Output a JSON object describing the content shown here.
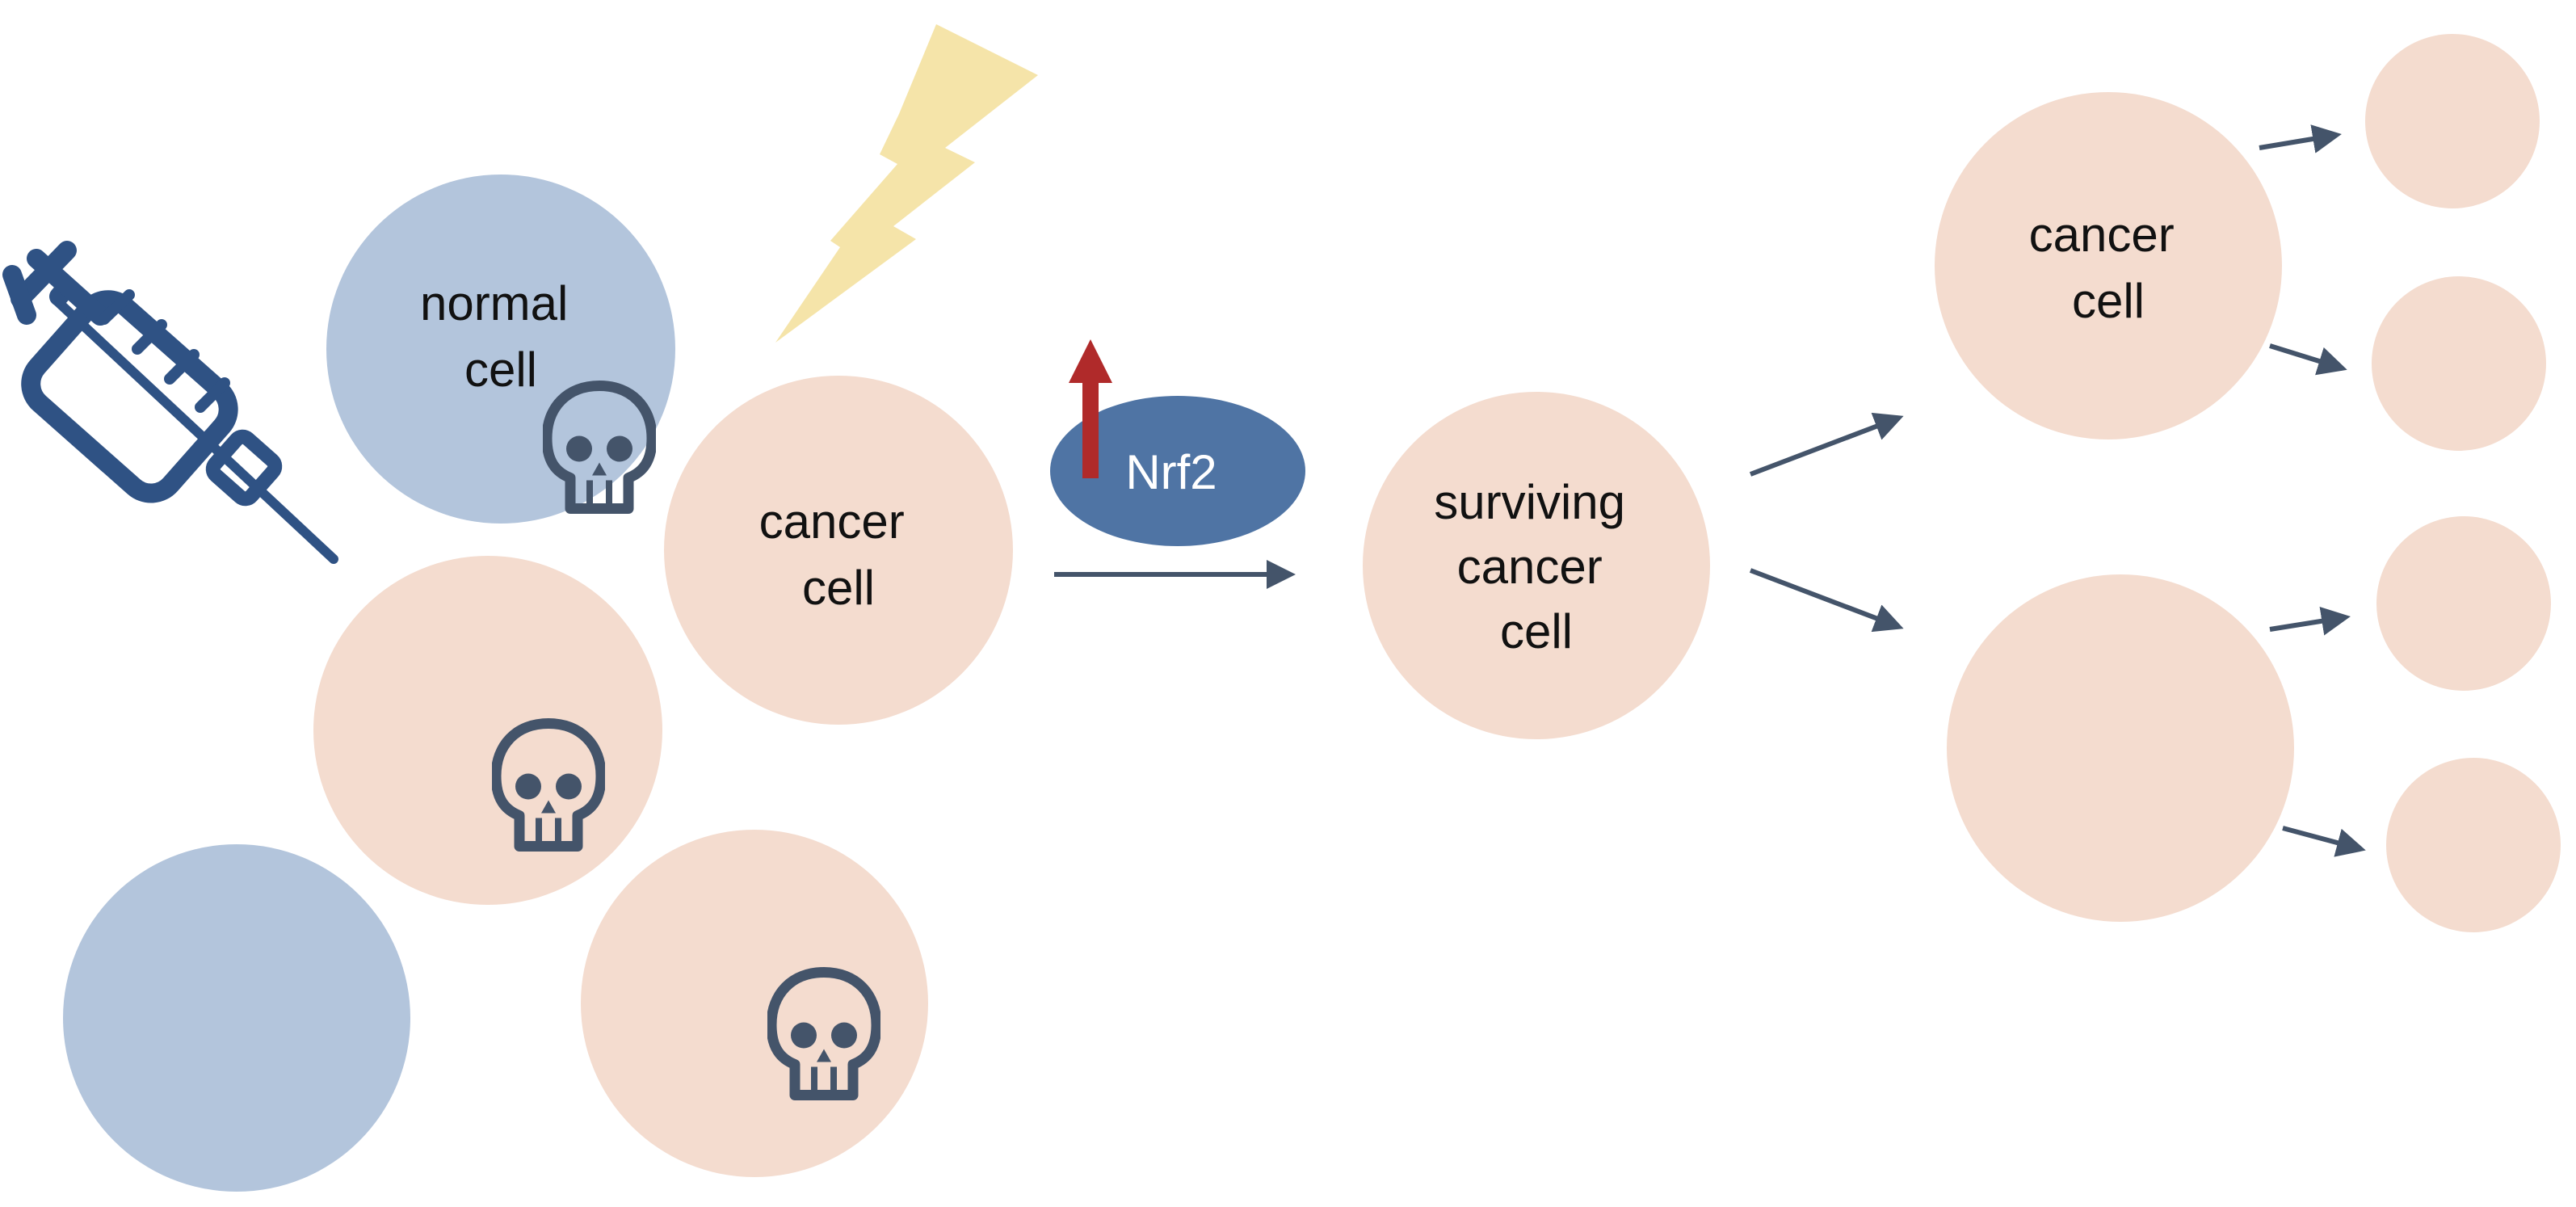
{
  "colors": {
    "normal_cell": "#b3c5dc",
    "cancer_cell": "#f4dccf",
    "skull": "#44546a",
    "syringe": "#2f5284",
    "lightning": "#f5e4a9",
    "nrf2_oval": "#4f74a4",
    "up_arrow": "#b02a2a",
    "arrow": "#44546a",
    "label_text": "#111111",
    "nrf2_text": "#ffffff"
  },
  "icons": {
    "syringe": "syringe-icon",
    "lightning": "lightning-bolt-icon",
    "skull": "skull-icon",
    "up_arrow": "up-arrow-icon"
  },
  "labels": {
    "normal_cell": [
      "normal",
      "cell"
    ],
    "cancer_cell": [
      "cancer",
      "cell"
    ],
    "nrf2": "Nrf2",
    "surviving_cell": [
      "surviving",
      "cancer",
      "cell"
    ],
    "daughter_cell": [
      "cancer",
      "cell"
    ]
  }
}
